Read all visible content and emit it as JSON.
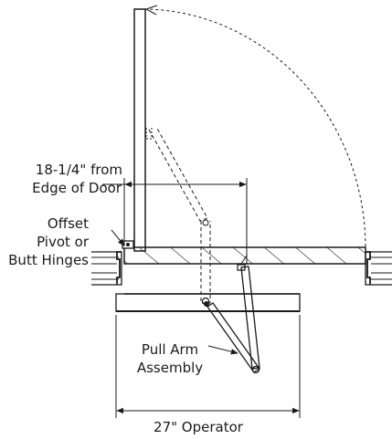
{
  "labels": {
    "distance_line1": "18-1/4\" from",
    "distance_line2": "Edge of Door",
    "hinge_line1": "Offset",
    "hinge_line2": "Pivot or",
    "hinge_line3": "Butt Hinges",
    "arm_line1": "Pull Arm",
    "arm_line2": "Assembly",
    "operator": "27\" Operator"
  }
}
